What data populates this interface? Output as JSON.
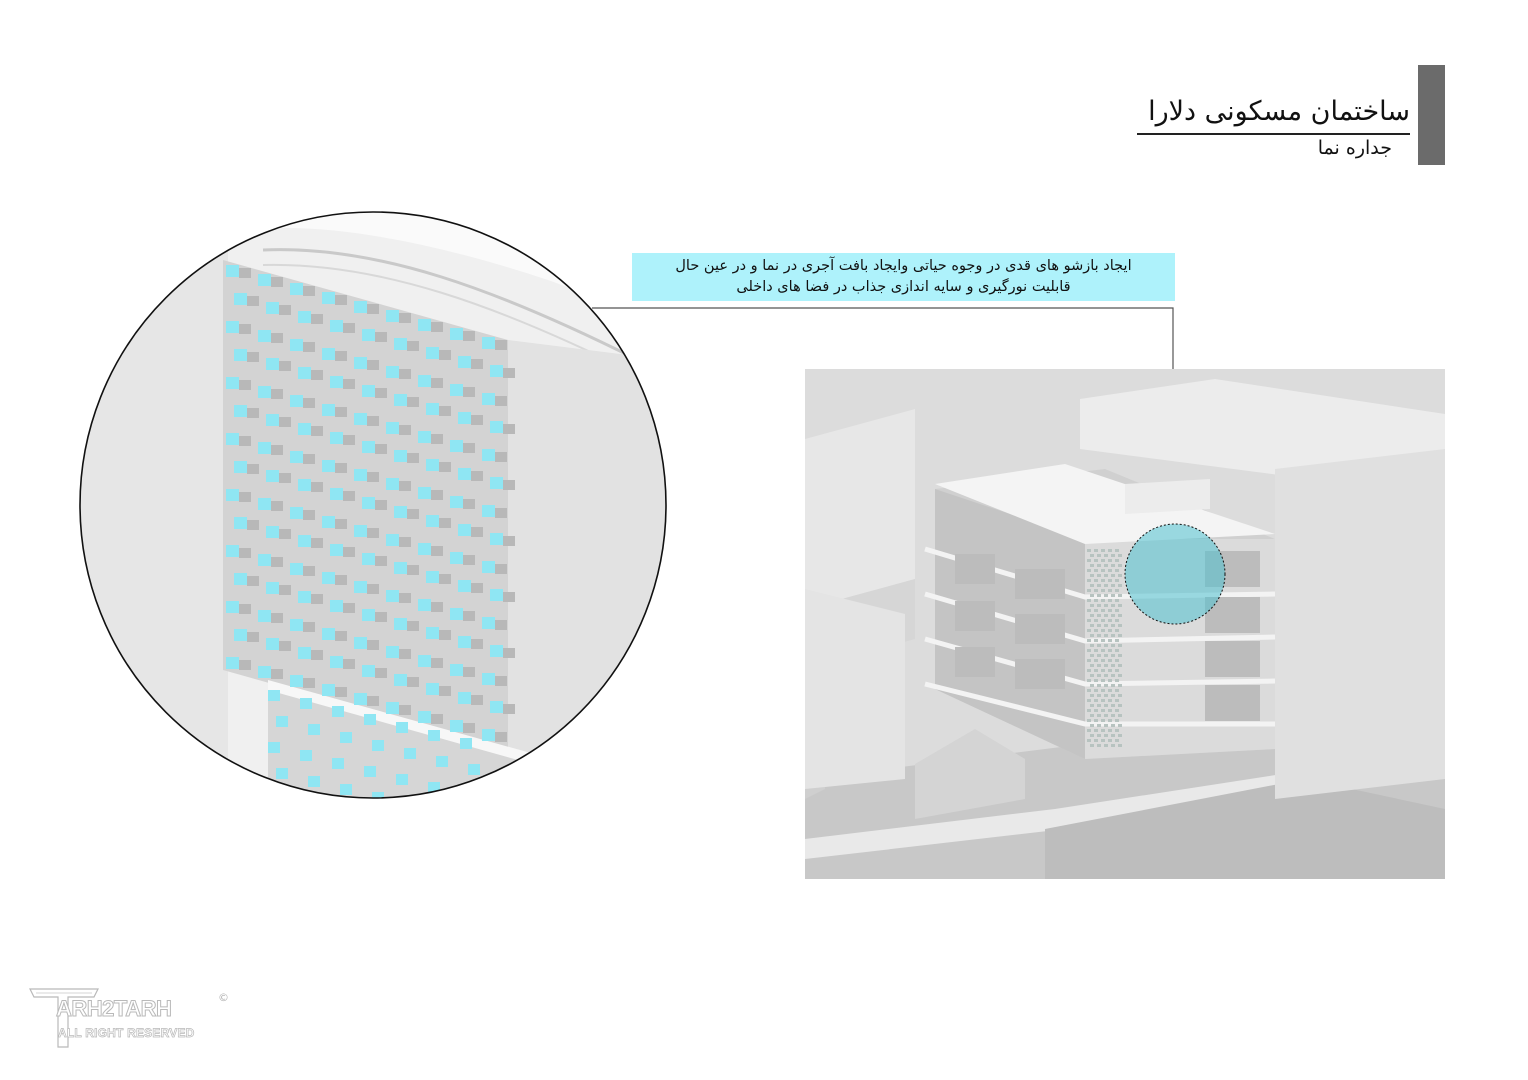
{
  "header": {
    "title": "ساختمان مسکونی دلارا",
    "subtitle": "جداره نما"
  },
  "callout": {
    "line1": "ایجاد بازشو های قدی در وجوه حیاتی وایجاد بافت آجری در نما و در عین حال",
    "line2": "قابلیت نورگیری و سایه اندازی جذاب در فضا های داخلی"
  },
  "figures": {
    "detail_view": "facade-detail-closeup",
    "overview": "building-axonometric-render"
  },
  "logo": {
    "brand": "ARH2TARH",
    "tagline": "ALL RIGHT RESERVED",
    "mark": "©"
  },
  "colors": {
    "accent_cyan": "#aef2fb",
    "brick_cyan": "#8fe6f3",
    "title_bar": "#6b6b6b"
  }
}
